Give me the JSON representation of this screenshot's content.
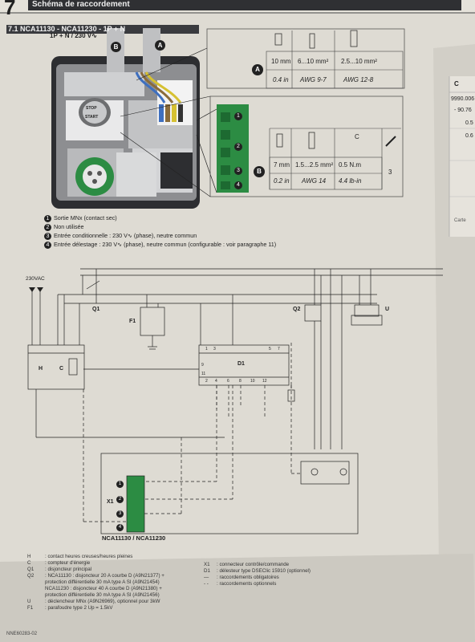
{
  "header": {
    "chapter": "7",
    "title": "Schéma de raccordement"
  },
  "section": {
    "title": "7.1 NCA11130 - NCA11230 - 1P + N"
  },
  "photo": {
    "supply_label": "1P + N / 230 V∿",
    "marker_b": "B",
    "marker_a": "A",
    "button_stop": "STOP",
    "button_start": "START"
  },
  "table_a": {
    "marker": "A",
    "row1": [
      "10 mm",
      "6...10 mm²",
      "2.5...10 mm²"
    ],
    "row2": [
      "0.4 in",
      "AWG 9-7",
      "AWG 12-8"
    ]
  },
  "table_b": {
    "marker": "B",
    "row1": [
      "7 mm",
      "1.5...2.5 mm²",
      "0.5 N.m",
      "3"
    ],
    "row2": [
      "0.2 in",
      "AWG 14",
      "4.4 lb-in"
    ],
    "screwdriver_label": "C"
  },
  "terminal_numbers": [
    "1",
    "2",
    "3",
    "4"
  ],
  "terminal_notes": [
    {
      "n": "1",
      "text": "Sortie MNx (contact sec)"
    },
    {
      "n": "2",
      "text": "Non utilisée"
    },
    {
      "n": "3",
      "text": "Entrée conditionnelle : 230 V∿ (phase), neutre commun"
    },
    {
      "n": "4",
      "text": "Entrée délestage : 230 V∿ (phase), neutre commun (configurable : voir paragraphe 11)"
    }
  ],
  "schematic": {
    "supply": "230VAC",
    "q1": "Q1",
    "f1": "F1",
    "d1": "D1",
    "q2": "Q2",
    "u": "U",
    "h": "H",
    "c": "C",
    "x1": "X1",
    "device_title": "NCA11130 / NCA11230",
    "d1_top": [
      "1",
      "3",
      "5",
      "7"
    ],
    "d1_left": [
      "9",
      "11"
    ],
    "d1_bottom": [
      "2",
      "4",
      "6",
      "8",
      "10",
      "12"
    ],
    "x1_terminals": [
      "1",
      "2",
      "3",
      "4"
    ]
  },
  "legend_left": [
    {
      "code": "H",
      "text": ": contact heures creuses/heures pleines"
    },
    {
      "code": "C",
      "text": ": compteur d'énergie"
    },
    {
      "code": "Q1",
      "text": ": disjoncteur principal"
    },
    {
      "code": "Q2",
      "text": ": NCA11130 : disjoncteur 20 A courbe D (A9N21377) +"
    },
    {
      "code": "",
      "text": "protection différentielle 30 mA type A SI (A9N21454)"
    },
    {
      "code": "",
      "text": "NCA11230 : disjoncteur 40 A courbe D (A9N21380) +"
    },
    {
      "code": "",
      "text": "protection différentielle 30 mA type A SI (A9N21456)"
    },
    {
      "code": "U",
      "text": ": déclencheur MNx (A9N26969), optionnel pour 3kW"
    },
    {
      "code": "F1",
      "text": ": parafoudre type 2 Up = 1.5kV"
    }
  ],
  "legend_right": [
    {
      "code": "X1",
      "text": ": connecteur contrôle/commande"
    },
    {
      "code": "D1",
      "text": ": délesteur type DSEClic 15910 (optionnel)"
    },
    {
      "code": "—",
      "text": ": raccordements obligatoires"
    },
    {
      "code": "- -",
      "text": ": raccordements optionnels"
    }
  ],
  "footer": {
    "doc_ref": "NNE60283-02"
  },
  "side_page": {
    "col_header": "C",
    "values": [
      "9990.006",
      "- 90.76",
      "0.5",
      "0.6"
    ],
    "note": "Carte"
  }
}
